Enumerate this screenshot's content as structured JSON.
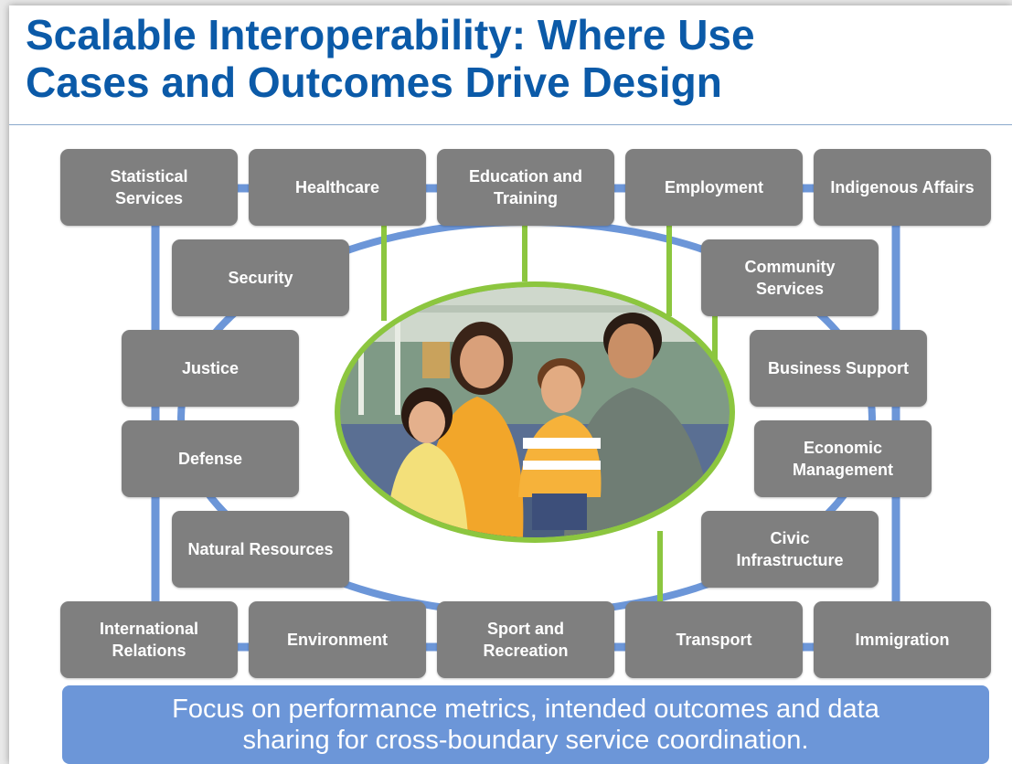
{
  "title": "Scalable Interoperability: Where Use\nCases and Outcomes Drive Design",
  "nodes": {
    "statistical_services": "Statistical\nServices",
    "healthcare": "Healthcare",
    "education_training": "Education and\nTraining",
    "employment": "Employment",
    "indigenous_affairs": "Indigenous Affairs",
    "security": "Security",
    "community_services": "Community\nServices",
    "justice": "Justice",
    "business_support": "Business Support",
    "defense": "Defense",
    "economic_management": "Economic\nManagement",
    "natural_resources": "Natural Resources",
    "civic_infrastructure": "Civic\nInfrastructure",
    "international_relations": "International\nRelations",
    "environment": "Environment",
    "sport_recreation": "Sport and\nRecreation",
    "transport": "Transport",
    "immigration": "Immigration"
  },
  "footer": "Focus on performance metrics, intended outcomes and data\nsharing for cross-boundary service coordination.",
  "colors": {
    "title": "#0b5aa8",
    "box": "#7f7f7f",
    "blue_connector": "#6c96d8",
    "green_connector": "#8cc63f",
    "banner": "#6c96d8"
  },
  "center_image": "family-photo"
}
